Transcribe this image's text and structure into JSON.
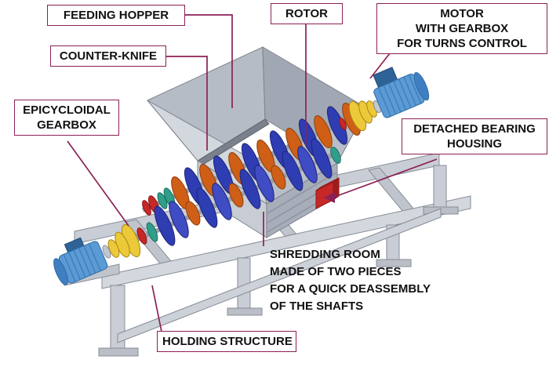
{
  "colors": {
    "accent": "#8b2156",
    "frame_gray": "#c9cdd5",
    "hopper_gray": "#c3c8d0",
    "disc_blue": "#2f3db2",
    "knife_orange": "#cf5f17",
    "gearbox_yellow": "#ecc938",
    "motor_blue": "#5b9bd5",
    "bearing_red": "#c62828",
    "coupling_teal": "#2f9e8a",
    "background": "#ffffff",
    "label_text": "#111111"
  },
  "labels": {
    "feeding_hopper": {
      "text": "FEEDING HOPPER"
    },
    "counter_knife": {
      "text": "COUNTER-KNIFE"
    },
    "rotor": {
      "text": "ROTOR"
    },
    "motor_gearbox": {
      "lines": [
        "MOTOR",
        "WITH GEARBOX",
        "FOR TURNS CONTROL"
      ]
    },
    "epicycloidal_gearbox": {
      "lines": [
        "EPICYCLOIDAL",
        "GEARBOX"
      ]
    },
    "detached_bearing_housing": {
      "lines": [
        "DETACHED BEARING",
        "HOUSING"
      ]
    },
    "shredding_room": {
      "lines": [
        "SHREDDING ROOM",
        "MADE OF TWO PIECES",
        "FOR A QUICK DEASSEMBLY",
        "OF THE SHAFTS"
      ]
    },
    "holding_structure": {
      "text": "HOLDING STRUCTURE"
    }
  }
}
